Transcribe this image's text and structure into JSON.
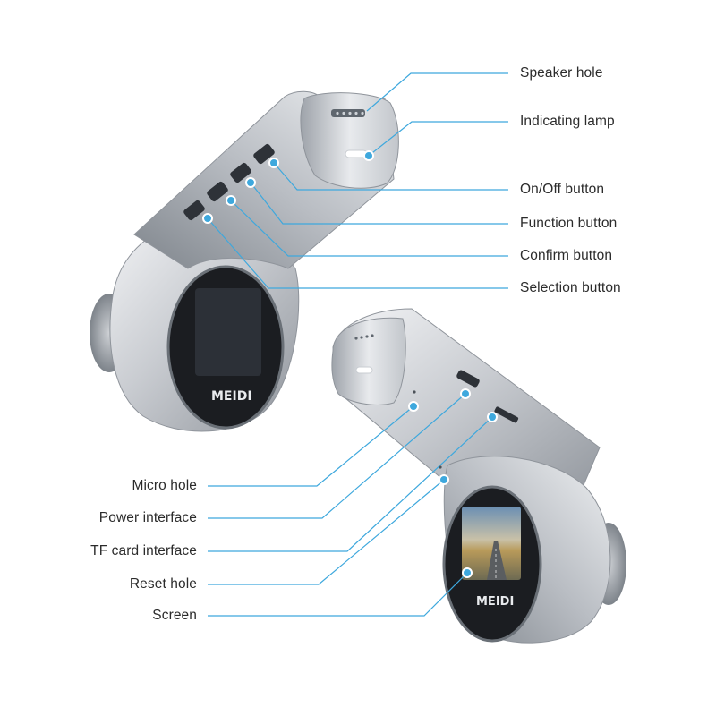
{
  "diagram": {
    "accent_color": "#3ea8dd",
    "brand_text": "MEIDI",
    "top_device_labels": [
      "Speaker hole",
      "Indicating lamp",
      "On/Off button",
      "Function button",
      "Confirm button",
      "Selection button"
    ],
    "bottom_device_labels": [
      "Micro hole",
      "Power interface",
      "TF card interface",
      "Reset hole",
      "Screen"
    ]
  }
}
